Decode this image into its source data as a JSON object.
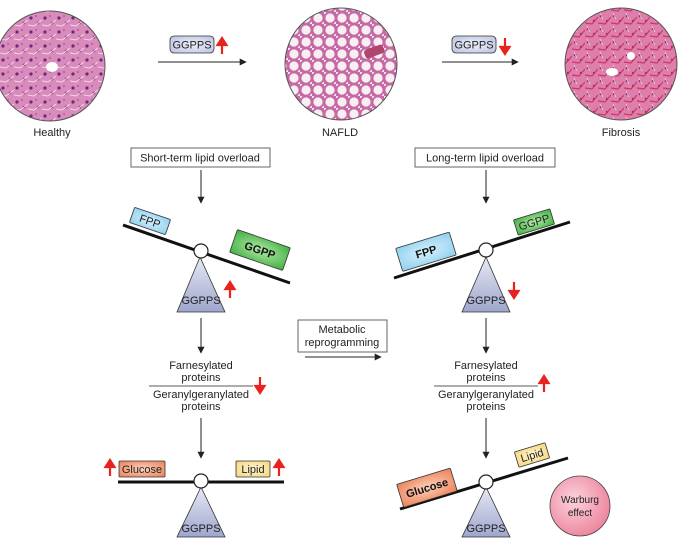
{
  "stages": {
    "healthy": "Healthy",
    "nafld": "NAFLD",
    "fibrosis": "Fibrosis"
  },
  "transitions": {
    "first": {
      "label": "GGPPS",
      "direction": "up"
    },
    "second": {
      "label": "GGPPS",
      "direction": "down"
    }
  },
  "left_branch": {
    "trigger": "Short-term lipid overload",
    "balance_top": {
      "left": "FPP",
      "right": "GGPP",
      "pivot": "GGPPS",
      "pivot_direction": "up"
    },
    "ratio": {
      "numerator": [
        "Farnesylated",
        "proteins"
      ],
      "denominator": [
        "Geranylgeranylated",
        "proteins"
      ],
      "direction": "down"
    },
    "balance_bottom": {
      "left": "Glucose",
      "left_direction": "up",
      "right": "Lipid",
      "right_direction": "up",
      "pivot": "GGPPS"
    }
  },
  "middle": {
    "label_line1": "Metabolic",
    "label_line2": "reprogramming"
  },
  "right_branch": {
    "trigger": "Long-term lipid overload",
    "balance_top": {
      "left": "FPP",
      "right": "GGPP",
      "pivot": "GGPPS",
      "pivot_direction": "down"
    },
    "ratio": {
      "numerator": [
        "Farnesylated",
        "proteins"
      ],
      "denominator": [
        "Geranylgeranylated",
        "proteins"
      ],
      "direction": "up"
    },
    "balance_bottom": {
      "left": "Glucose",
      "right": "Lipid",
      "pivot": "GGPPS",
      "note_line1": "Warburg",
      "note_line2": "effect"
    }
  },
  "colors": {
    "arrow_red": "#e8231f",
    "fpp_fill": "#aee0f6",
    "ggpp_fill": "#5cc25c",
    "ggpps_box": "#c9cde8",
    "glucose_fill": "#f29a72",
    "lipid_fill": "#fbe6a0",
    "warburg_fill": "#f19bb0",
    "triangle_fill": "#b9bfd8"
  }
}
